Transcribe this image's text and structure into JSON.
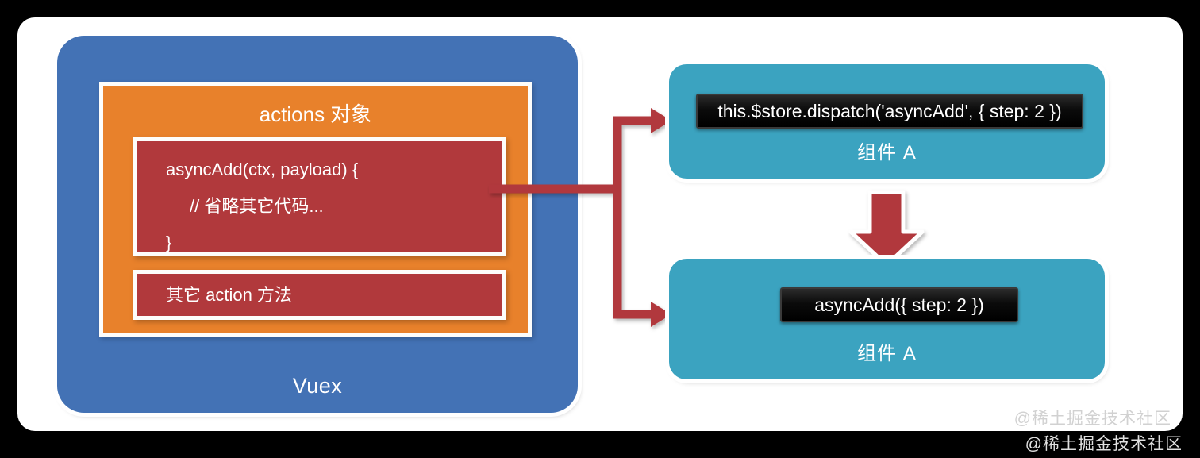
{
  "diagram": {
    "title": "Vuex actions dispatch flow",
    "colors": {
      "background": "#000000",
      "card": "#ffffff",
      "vuex_blue": "#4372b5",
      "actions_orange": "#e8812b",
      "code_red": "#b1393c",
      "component_teal": "#3ba3c0",
      "arrow_red": "#b1393c",
      "code_chip_black": "#000000"
    },
    "vuex_container": {
      "label": "Vuex",
      "actions_object": {
        "title": "actions 对象",
        "main_action": {
          "line1": "asyncAdd(ctx, payload) {",
          "line2": "// 省略其它代码...",
          "line3": "}"
        },
        "other_actions": {
          "label": "其它 action 方法"
        }
      }
    },
    "components": [
      {
        "code": "this.$store.dispatch('asyncAdd', { step: 2 })",
        "label": "组件 A"
      },
      {
        "code": "asyncAdd({ step: 2 })",
        "label": "组件 A"
      }
    ],
    "connectors": [
      {
        "name": "action-to-component-a-top",
        "style": "elbow-arrow",
        "direction": "right-up"
      },
      {
        "name": "action-to-component-a-bottom",
        "style": "elbow-arrow",
        "direction": "right-down"
      },
      {
        "name": "component-a-top-to-bottom",
        "style": "block-arrow",
        "direction": "down"
      }
    ],
    "watermark": "@稀土掘金技术社区"
  }
}
